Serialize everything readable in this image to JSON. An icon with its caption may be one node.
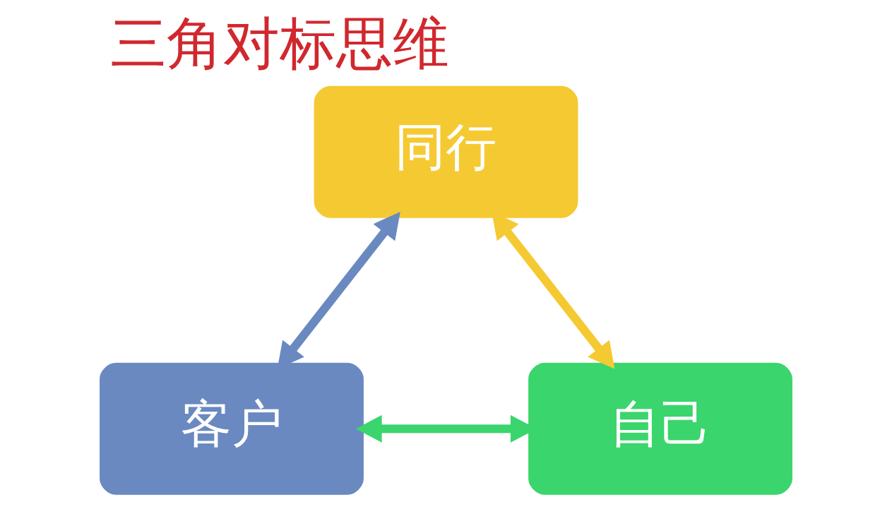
{
  "diagram": {
    "title": "三角对标思维",
    "nodes": [
      {
        "text": [
          "同行"
        ]
      },
      {
        "text": [
          "客户"
        ]
      },
      {
        "text": [
          "自己"
        ]
      }
    ],
    "edges": [
      {
        "from": 1,
        "to": 0,
        "arrow": "both",
        "color": "#6a89c0"
      },
      {
        "from": 0,
        "to": 2,
        "arrow": "both",
        "color": "#f5c932"
      },
      {
        "from": 1,
        "to": 2,
        "arrow": "both",
        "color": "#3ad56c"
      }
    ]
  }
}
